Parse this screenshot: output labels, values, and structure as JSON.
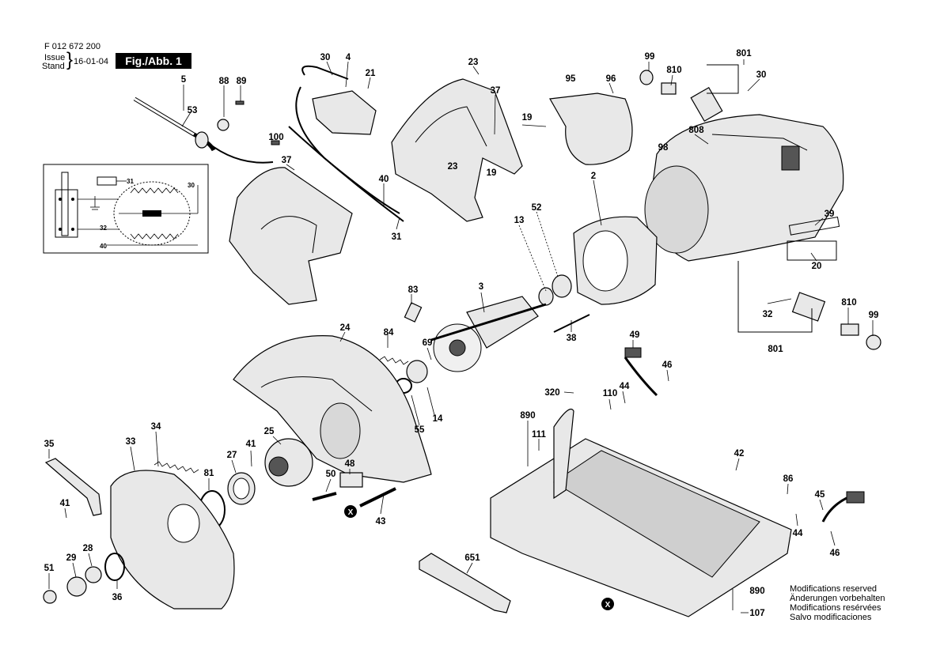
{
  "header": {
    "doc_number": "F 012 672 200",
    "issue_label": "Issue",
    "stand_label": "Stand",
    "date": "16-01-04",
    "figure_label": "Fig./Abb. 1"
  },
  "schematic_labels": {
    "n31": "31",
    "n30": "30",
    "n32": "32",
    "n40": "40"
  },
  "parts": {
    "p5": "5",
    "p53": "53",
    "p88": "88",
    "p89": "89",
    "p30a": "30",
    "p4": "4",
    "p21": "21",
    "p100": "100",
    "p37a": "37",
    "p40": "40",
    "p31": "31",
    "p23a": "23",
    "p37b": "37",
    "p19a": "19",
    "p23b": "23",
    "p19b": "19",
    "p95": "95",
    "p96": "96",
    "p99a": "99",
    "p810a": "810",
    "p801a": "801",
    "p30b": "30",
    "p808": "808",
    "p98": "98",
    "p2": "2",
    "p13": "13",
    "p52": "52",
    "p39": "39",
    "p20": "20",
    "p83": "83",
    "p3": "3",
    "p84": "84",
    "p69": "69",
    "p38": "38",
    "p32": "32",
    "p810b": "810",
    "p99b": "99",
    "p801b": "801",
    "p24": "24",
    "p49": "49",
    "p46a": "46",
    "p44a": "44",
    "p110": "110",
    "p320": "320",
    "p890a": "890",
    "p14": "14",
    "p55": "55",
    "p111": "111",
    "p35": "35",
    "p33": "33",
    "p34": "34",
    "p25": "25",
    "p41a": "41",
    "p27": "27",
    "p81": "81",
    "p48": "48",
    "p50": "50",
    "p42": "42",
    "p86": "86",
    "p45": "45",
    "p44b": "44",
    "p46b": "46",
    "p41b": "41",
    "p43": "43",
    "p651": "651",
    "p51": "51",
    "p29": "29",
    "p28": "28",
    "p36": "36",
    "p890b": "890",
    "p107": "107",
    "x1": "X",
    "x2": "X"
  },
  "notes": [
    "Modifications reserved",
    "Änderungen vorbehalten",
    "Modifications resérvées",
    "Salvo modificaciones"
  ]
}
